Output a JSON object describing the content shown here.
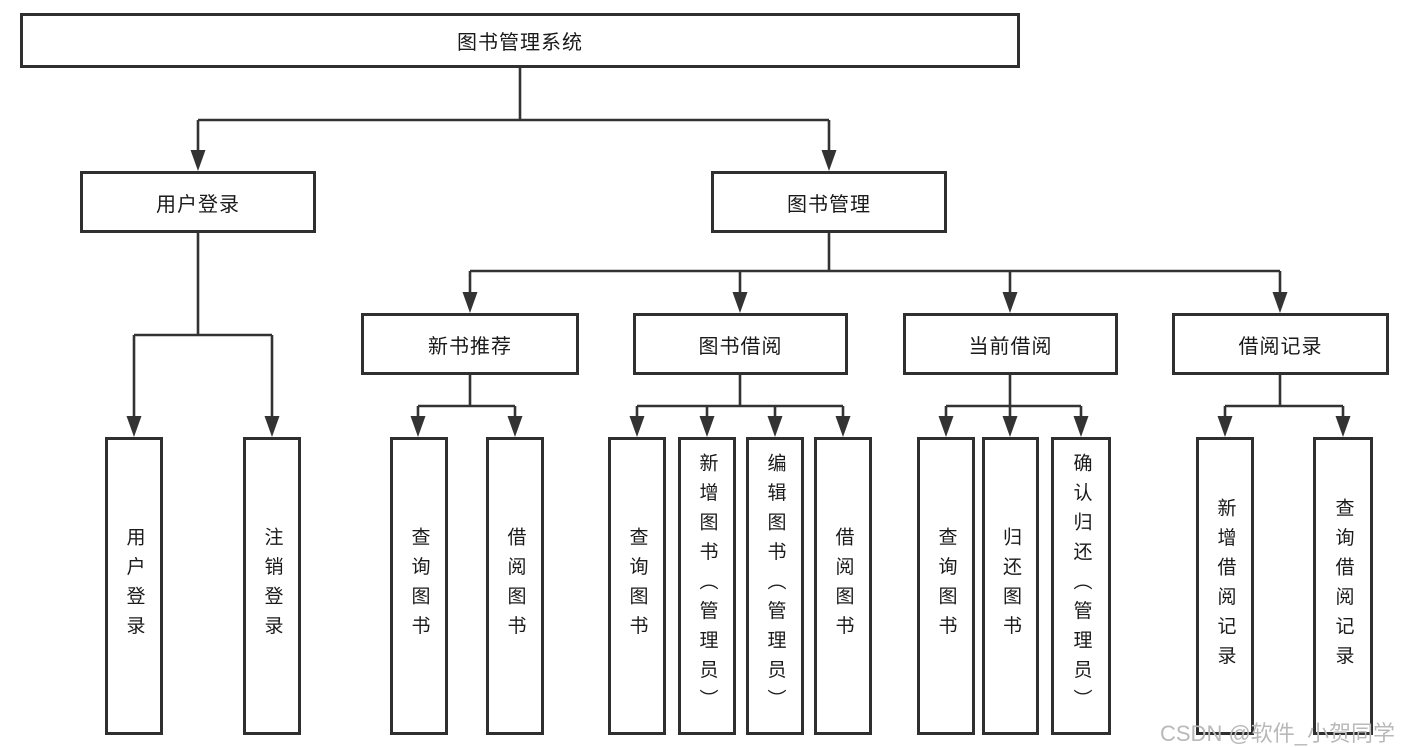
{
  "diagram": {
    "title": "图书管理系统",
    "level2": {
      "user_login": "用户登录",
      "book_management": "图书管理"
    },
    "level3": {
      "new_book_recommend": "新书推荐",
      "book_borrow": "图书借阅",
      "current_borrow": "当前借阅",
      "borrow_records": "借阅记录"
    },
    "leaves": {
      "user_login": "用户登录",
      "logout": "注销登录",
      "query_books_1": "查询图书",
      "borrow_books_1": "借阅图书",
      "query_books_2": "查询图书",
      "add_book_admin": "新增图书（管理员）",
      "edit_book_admin": "编辑图书（管理员）",
      "borrow_books_2": "借阅图书",
      "query_books_3": "查询图书",
      "return_books": "归还图书",
      "confirm_return_admin": "确认归还（管理员）",
      "add_borrow_record": "新增借阅记录",
      "query_borrow_record": "查询借阅记录"
    }
  },
  "watermark": "CSDN @软件_小贺同学",
  "colors": {
    "line": "#333333",
    "border": "#2f2f2f",
    "text": "#1a1a1a",
    "watermark": "#b9b9b9",
    "background": "#ffffff"
  }
}
